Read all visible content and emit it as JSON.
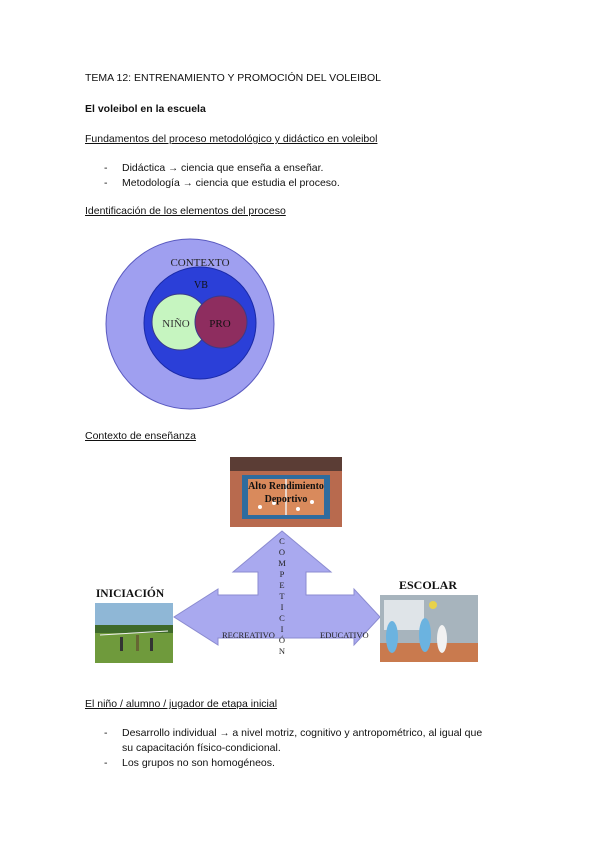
{
  "doc": {
    "title": "TEMA 12: ENTRENAMIENTO Y PROMOCIÓN DEL VOLEIBOL",
    "section1_heading": "El voleibol en la escuela",
    "sub1": "Fundamentos del proceso metodológico y didáctico en voleibol",
    "bullets1": [
      {
        "dash": "-",
        "term": "Didáctica",
        "arrow": "→",
        "def": "ciencia que enseña a enseñar."
      },
      {
        "dash": "-",
        "term": "Metodología",
        "arrow": "→",
        "def": "ciencia que estudia el proceso."
      }
    ],
    "sub2": "Identificación de los elementos del proceso",
    "diagram1": {
      "outer_label": "CONTEXTO",
      "mid_label": "VB",
      "left_label": "NIÑO",
      "right_label": "PRO",
      "colors": {
        "outer": "#9f9ff0",
        "mid": "#2b3fd8",
        "left": "#c6f5c0",
        "right": "#8e2d5f"
      }
    },
    "sub3": "Contexto de enseñanza",
    "diagram2": {
      "top_label_line1": "Alto Rendimiento",
      "top_label_line2": "Deportivo",
      "vertical_label": "COMPETICIÓN",
      "left_title": "INICIACIÓN",
      "right_title": "ESCOLAR",
      "left_arm": "RECREATIVO",
      "right_arm": "EDUCATIVO",
      "arrow_color": "#a9a9ef"
    },
    "sub4": "El niño / alumno / jugador de etapa inicial",
    "bullets2": [
      {
        "dash": "-",
        "term": "Desarrollo individual",
        "arrow": "→",
        "def": "a nivel motriz, cognitivo y antropométrico, al igual que",
        "cont": "su capacitación físico-condicional."
      },
      {
        "dash": "-",
        "text": "Los grupos no son homogéneos."
      }
    ]
  }
}
